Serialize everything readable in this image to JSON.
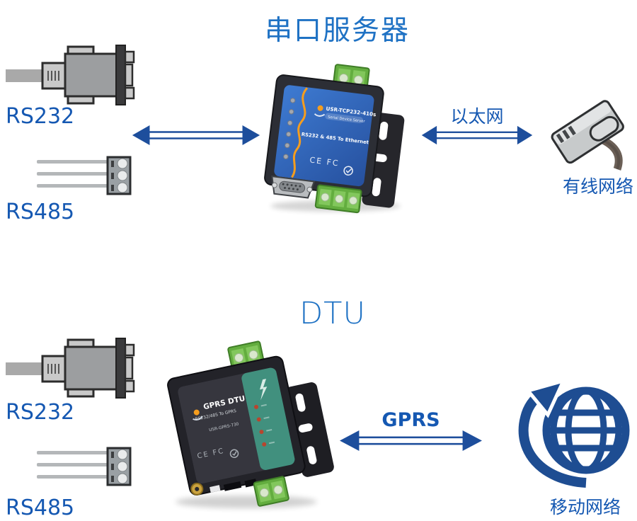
{
  "colors": {
    "title_blue": "#1f72c4",
    "label_blue": "#1558b2",
    "arrow_navy": "#1d4e9c",
    "globe_navy": "#1e4d92",
    "device_panel_blue": "#2f62b5",
    "device_green": "#63ad3f",
    "dtu_green_panel": "#41907e",
    "accent_orange": "#f59d1e"
  },
  "serial": {
    "title": "串口服务器",
    "rs232_label": "RS232",
    "rs485_label": "RS485",
    "link_label": "以太网",
    "network_label": "有线网络",
    "device": {
      "model": "USR-TCP232-410s",
      "subtitle": "Serial Device Server",
      "line": "RS232 & 485 To Ethernet",
      "marks": "CE FC"
    }
  },
  "dtu": {
    "title": "DTU",
    "rs232_label": "RS232",
    "rs485_label": "RS485",
    "link_label": "GPRS",
    "network_label": "移动网络",
    "device": {
      "model": "GPRS DTU",
      "subtitle": "RS232/485 To GPRS",
      "line": "USR-GPRS-730",
      "marks": "CE FC"
    }
  }
}
